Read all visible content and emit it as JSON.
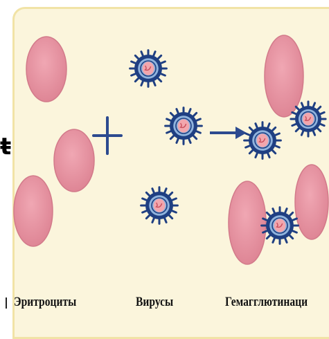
{
  "captions": {
    "erythrocytes": "Эритроциты",
    "viruses": "Вирусы",
    "hemagglutination": "Гемагглютинаци"
  },
  "edge_fragments": {
    "left_mid": "ŧ",
    "left_bottom": "ГI"
  },
  "operators": {
    "plus": "+",
    "arrow": "→"
  },
  "colors": {
    "panel_background": "#fbf5dc",
    "panel_border": "#f1e3a6",
    "erythrocyte_fill": "#e8919f",
    "virus_envelope": "#1f3f82",
    "virus_band": "#8fb3dd",
    "virus_core": "#f2a6ad",
    "operator_color": "#2c4a8f"
  },
  "icons": {
    "erythrocyte": "red-blood-cell-icon",
    "virus": "virus-particle-icon"
  }
}
